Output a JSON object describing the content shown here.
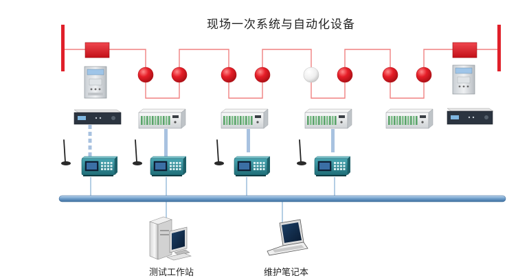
{
  "title": "现场一次系统与自动化设备",
  "workstation_label": "测试工作站",
  "laptop_label": "维护笔记本",
  "breaker_states": [
    "closed",
    "closed",
    "closed",
    "closed",
    "open",
    "closed",
    "closed",
    "closed"
  ],
  "colors": {
    "bus_bar": "#e0202a",
    "breaker_closed": "#e61e28",
    "breaker_open": "#f2f2f2",
    "transformer": "#e0202a",
    "line": "#f08080",
    "network_bus": "#6a9cc8",
    "device_link": "#a8c2e0"
  },
  "icons": {
    "relay": "protection-relay-icon",
    "rack": "rack-device-icon",
    "tester": "relay-tester-icon",
    "antenna": "gps-antenna-icon",
    "workstation": "workstation-icon",
    "laptop": "laptop-icon"
  }
}
